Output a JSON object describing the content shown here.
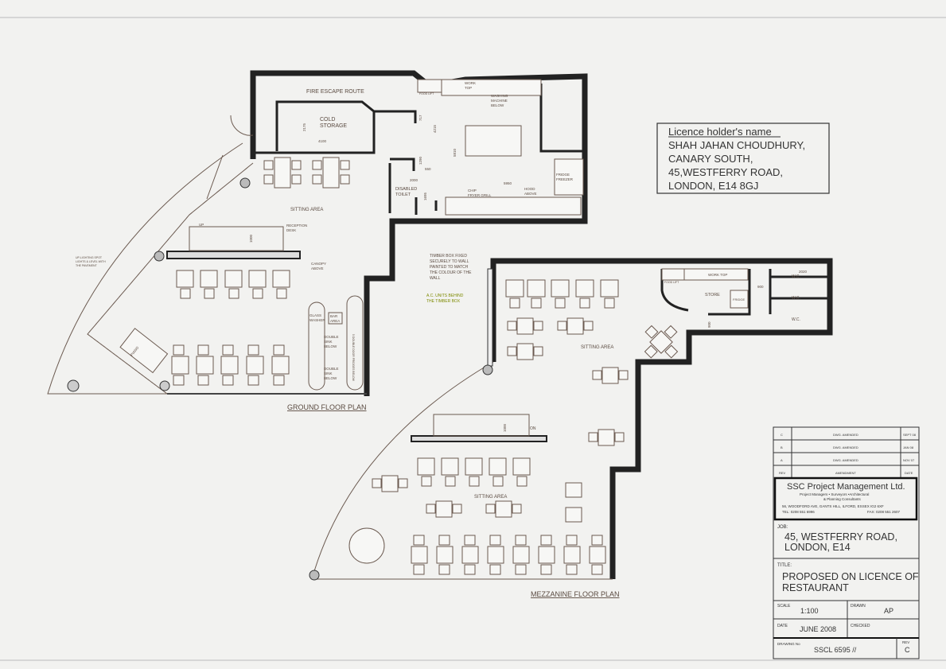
{
  "licence": {
    "heading": "Licence holder's name",
    "lines": [
      "SHAH JAHAN CHOUDHURY,",
      "CANARY SOUTH,",
      "45,WESTFERRY ROAD,",
      "LONDON, E14 8GJ"
    ]
  },
  "ground_floor": {
    "title": "GROUND FLOOR PLAN",
    "labels": {
      "fire_escape": "FIRE ESCAPE ROUTE",
      "cold_storage_1": "COLD",
      "cold_storage_2": "STORAGE",
      "food_lift": "FOOD LIFT",
      "work_top_1": "WORK",
      "work_top_2": "TOP",
      "washing_1": "WASHING",
      "washing_2": "MACHINE",
      "washing_3": "BELOW",
      "fridge_1": "FRIDGE",
      "fridge_2": "FREEZER",
      "disabled_1": "DISABLED",
      "disabled_2": "TOILET",
      "chip_1": "CHIP",
      "chip_2": "FRYER GRILL",
      "hood_1": "HOOD",
      "hood_2": "ABOVE",
      "sitting": "SITTING AREA",
      "reception_1": "RECEPTION",
      "reception_2": "DESK",
      "up": "UP",
      "canopy_1": "CANOPY",
      "canopy_2": "ABOVE",
      "uplight_1": "UP-LIGHTING SPOT",
      "uplight_2": "LIGHTS & LEVEL WITH",
      "uplight_3": "THE PAVEMENT",
      "glass_1": "GLASS",
      "glass_2": "WASHER",
      "bar_1": "BAR",
      "bar_2": "AREA",
      "sink_1": "DOUBLE",
      "sink_2": "SINK",
      "sink_3": "BELOW",
      "door": "5 DOUBLE DOOR FRIDGES BELOW",
      "piano": "PIANO"
    },
    "dimensions": {
      "d2175": "2175",
      "d4100": "4100",
      "d717": "717",
      "d4215": "4215",
      "d5810": "5810",
      "d1290": "1290",
      "d550": "550",
      "d2000": "2000",
      "d5950": "5950",
      "d1695": "1695",
      "d1000": "1000"
    }
  },
  "mezzanine": {
    "title": "MEZZANINE FLOOR PLAN",
    "labels": {
      "timber_1": "TIMBER BOX FIXED",
      "timber_2": "SECURELY  TO WALL",
      "timber_3": "PAINTED TO MATCH",
      "timber_4": "THE COLOUR OF THE",
      "timber_5": "WALL",
      "ac_1": "A.C. UNITS BEHIND",
      "ac_2": "THE TIMBER BOX",
      "food_lift": "FOOD LIFT",
      "work_top": "WORK TOP",
      "store": "STORE",
      "fridge": "FRIDGE",
      "wc1": "W.C.",
      "wc2": "W.C.",
      "wc3": "W.C.",
      "sitting_1": "SITTING AREA",
      "sitting_2": "SITTING AREA",
      "on": "ON"
    },
    "dimensions": {
      "d2020": "2020",
      "d900a": "900",
      "d900b": "900",
      "d1000": "1000"
    }
  },
  "title_block": {
    "revisions": [
      {
        "rev": "C",
        "amendment": "DWG. AMENDED",
        "date": "SEPT 08"
      },
      {
        "rev": "B",
        "amendment": "DWG. AMENDED",
        "date": "JAN 08"
      },
      {
        "rev": "A",
        "amendment": "DWG. AMENDED",
        "date": "NOV 07"
      }
    ],
    "rev_header": {
      "rev": "REV",
      "amendment": "AMENDMENT",
      "date": "DATE"
    },
    "company": "SSC Project Management Ltd.",
    "company_sub_1": "Project Managers • Surveyors •Architectural",
    "company_sub_2": "& Planning Consultants",
    "address": "56, WOODFORD AVE, GANTS HILL, ILFORD, ESSEX IG2 6XF",
    "tel": "TEL: 0208 551 6996",
    "fax": "FAX: 0208 551 2607",
    "job_label": "JOB:",
    "job_1": "45, WESTFERRY ROAD,",
    "job_2": "LONDON, E14",
    "title_label": "TITLE:",
    "title_1": "PROPOSED ON LICENCE OF",
    "title_2": "RESTAURANT",
    "scale_label": "SCALE",
    "scale": "1:100",
    "drawn_label": "DRAWN",
    "drawn": "AP",
    "date_label": "DATE",
    "date": "JUNE 2008",
    "checked_label": "CHECKED",
    "drawing_no_label": "DRAWING No",
    "drawing_no": "SSCL 6595 //",
    "rev_label": "REV",
    "rev": "C"
  },
  "colors": {
    "paper": "#f2f2f0",
    "wall": "#222222",
    "linework": "#6b5a50",
    "highlight": "#9aa000"
  }
}
